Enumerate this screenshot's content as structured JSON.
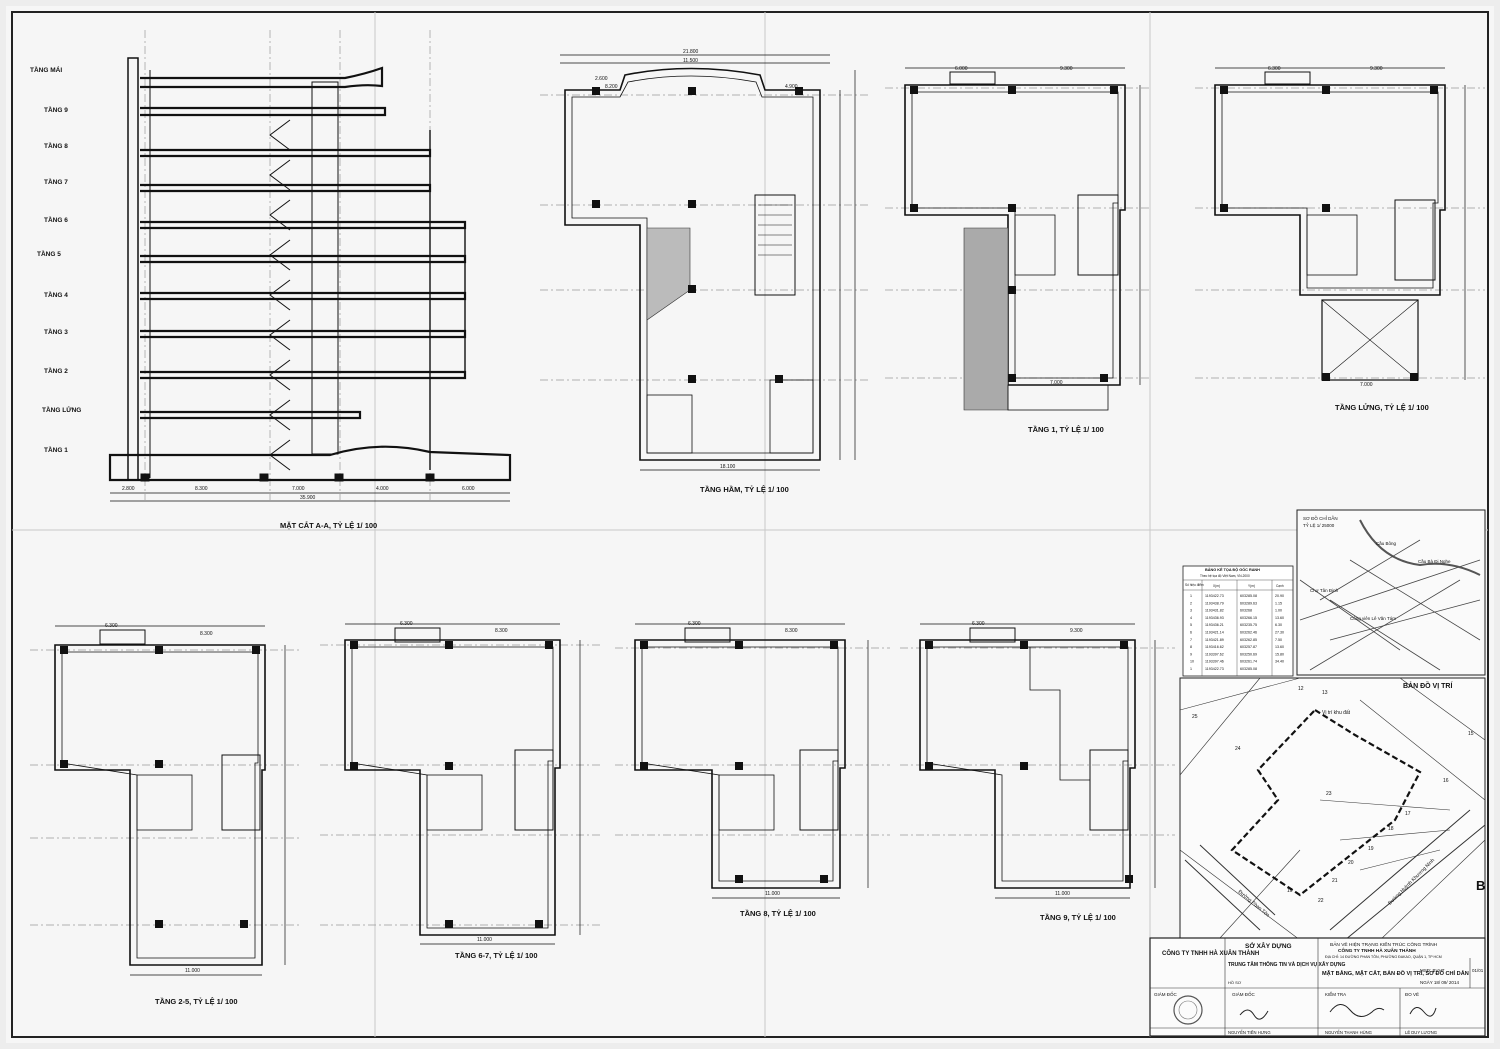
{
  "section": {
    "floor_labels": [
      "TẦNG MÁI",
      "TẦNG 9",
      "TẦNG 8",
      "TẦNG 7",
      "TẦNG 6",
      "TẦNG 5",
      "TẦNG 4",
      "TẦNG 3",
      "TẦNG 2",
      "TẦNG LỬNG",
      "TẦNG 1"
    ],
    "bottom_dims": [
      "2.800",
      "8.300",
      "7.000",
      "4.000",
      "6.000"
    ],
    "total_dim": "35.900",
    "title": "MẶT CẮT A-A, TỶ LỆ 1/ 100"
  },
  "plans": {
    "basement": {
      "title": "TẦNG HẦM, TỶ LỆ 1/ 100",
      "dims": [
        "21.800",
        "11.500",
        "2.600",
        "8.200",
        "4.900",
        "18.100"
      ]
    },
    "floor1": {
      "title": "TẦNG 1, TỶ LỆ 1/ 100",
      "dims": [
        "6.000",
        "9.300",
        "7.000"
      ]
    },
    "mezzanine": {
      "title": "TẦNG LỬNG, TỶ LỆ 1/ 100",
      "dims": [
        "6.300",
        "9.300",
        "7.000"
      ]
    },
    "floor2_5": {
      "title": "TẦNG 2-5, TỶ LỆ 1/ 100",
      "dims": [
        "6.300",
        "8.300",
        "11.000"
      ]
    },
    "floor6_7": {
      "title": "TẦNG 6-7, TỶ LỆ 1/ 100",
      "dims": [
        "6.300",
        "8.300",
        "11.000"
      ]
    },
    "floor8": {
      "title": "TẦNG 8, TỶ LỆ 1/ 100",
      "dims": [
        "6.300",
        "8.300",
        "11.000"
      ]
    },
    "floor9": {
      "title": "TẦNG 9, TỶ LỆ 1/ 100",
      "dims": [
        "6.300",
        "9.300",
        "11.000"
      ]
    }
  },
  "location_map": {
    "title": "BẢN ĐỒ VỊ TRÍ",
    "site_label": "Vị trí khu đất",
    "streets": [
      "Đường Phan Tôn",
      "Đường Huỳnh Khương Ninh"
    ],
    "lot_numbers": [
      "12",
      "13",
      "25",
      "24",
      "15",
      "16",
      "23",
      "17",
      "18",
      "19",
      "20",
      "21",
      "22",
      "10"
    ],
    "side_letter": "B"
  },
  "overview_map": {
    "title": "SƠ ĐỒ CHỈ DẪN",
    "scale": "TỶ LỆ 1/ 25000",
    "labels": [
      "Cầu Bông",
      "Cầu Bà Đi Nghe",
      "Chợ Tân Định",
      "Công viên Lê Văn Tám"
    ]
  },
  "coord_table": {
    "title": "BẢNG KÊ TỌA ĐỘ GÓC RANH",
    "subtitle": "Theo hệ tọa độ Việt Nam, VN-2000",
    "headers": [
      "Số hiệu điểm",
      "X(m)",
      "Y(m)",
      "Cạnh"
    ],
    "rows": [
      [
        "1",
        "1193422.73",
        "603285.08",
        "20.90"
      ],
      [
        "2",
        "1193438.79",
        "603289.63",
        "1.15"
      ],
      [
        "3",
        "1193431.82",
        "603268",
        "1.00"
      ],
      [
        "4",
        "1193436.93",
        "603266.15",
        "13.60"
      ],
      [
        "5",
        "1193436.21",
        "603235.75",
        "6.30"
      ],
      [
        "6",
        "1193421.14",
        "603262.46",
        "27.30"
      ],
      [
        "7",
        "1193421.89",
        "603262.85",
        "7.50"
      ],
      [
        "8",
        "1193416.62",
        "603257.87",
        "13.60"
      ],
      [
        "9",
        "1193397.62",
        "603250.69",
        "15.80"
      ],
      [
        "10",
        "1193397.46",
        "603261.74",
        "34.40"
      ],
      [
        "1",
        "1193422.73",
        "603285.08",
        ""
      ]
    ]
  },
  "title_block": {
    "company": "CÔNG TY TNHH HÀ XUÂN THÀNH",
    "dept": "SỞ XÂY DỰNG",
    "center": "TRUNG TÂM THÔNG TIN VÀ DỊCH VỤ XÂY DỰNG",
    "project_line1": "BẢN VẼ HIỆN TRẠNG KIẾN TRÚC CÔNG TRÌNH",
    "project_line2": "CÔNG TY TNHH HÀ XUÂN THÀNH",
    "address": "ĐỊA CHỈ: 14 ĐƯỜNG PHAN TÔN, PHƯỜNG ĐAKAO, QUẬN 1, TP HCM",
    "drawing_title": "MẶT BẰNG, MẶT CẮT, BẢN ĐỒ VỊ TRÍ, SƠ ĐỒ CHỈ DẪN",
    "code_label": "MSĐ: BVHT",
    "sheet": "01/01",
    "date": "NGÀY 18/ 09/ 2014",
    "hoso": "HỒ SƠ",
    "roles": [
      "GIÁM ĐỐC",
      "GIÁM ĐỐC",
      "KIỂM TRA",
      "ĐO VẼ"
    ],
    "names": [
      "NGUYỄN TIẾN HƯNG",
      "NGUYỄN THANH HÙNG",
      "LÊ DUY LƯƠNG"
    ]
  }
}
